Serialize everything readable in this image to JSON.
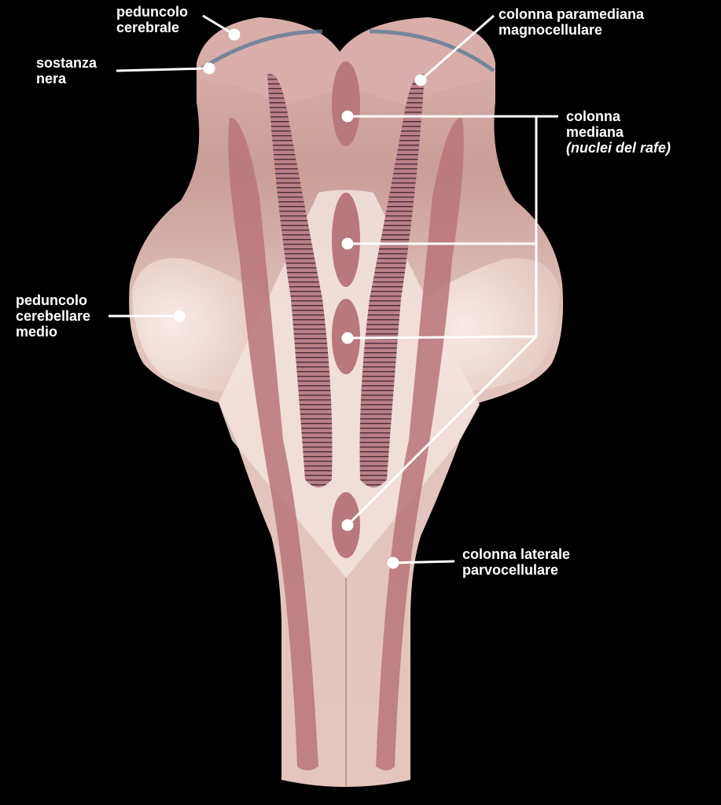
{
  "labels": {
    "peduncolo_cerebrale": [
      "peduncolo",
      "cerebrale"
    ],
    "sostanza_nera": [
      "sostanza",
      "nera"
    ],
    "colonna_paramediana": [
      "colonna paramediana",
      "magnocellulare"
    ],
    "colonna_mediana": [
      "colonna",
      "mediana",
      "(nuclei del rafe)"
    ],
    "peduncolo_cerebellare_medio": [
      "peduncolo",
      "cerebellare",
      "medio"
    ],
    "colonna_laterale": [
      "colonna laterale",
      "parvocellulare"
    ]
  },
  "colors": {
    "background": "#000000",
    "tissue": "#e6c3bd",
    "column": "#b8757c",
    "label": "#ffffff"
  }
}
